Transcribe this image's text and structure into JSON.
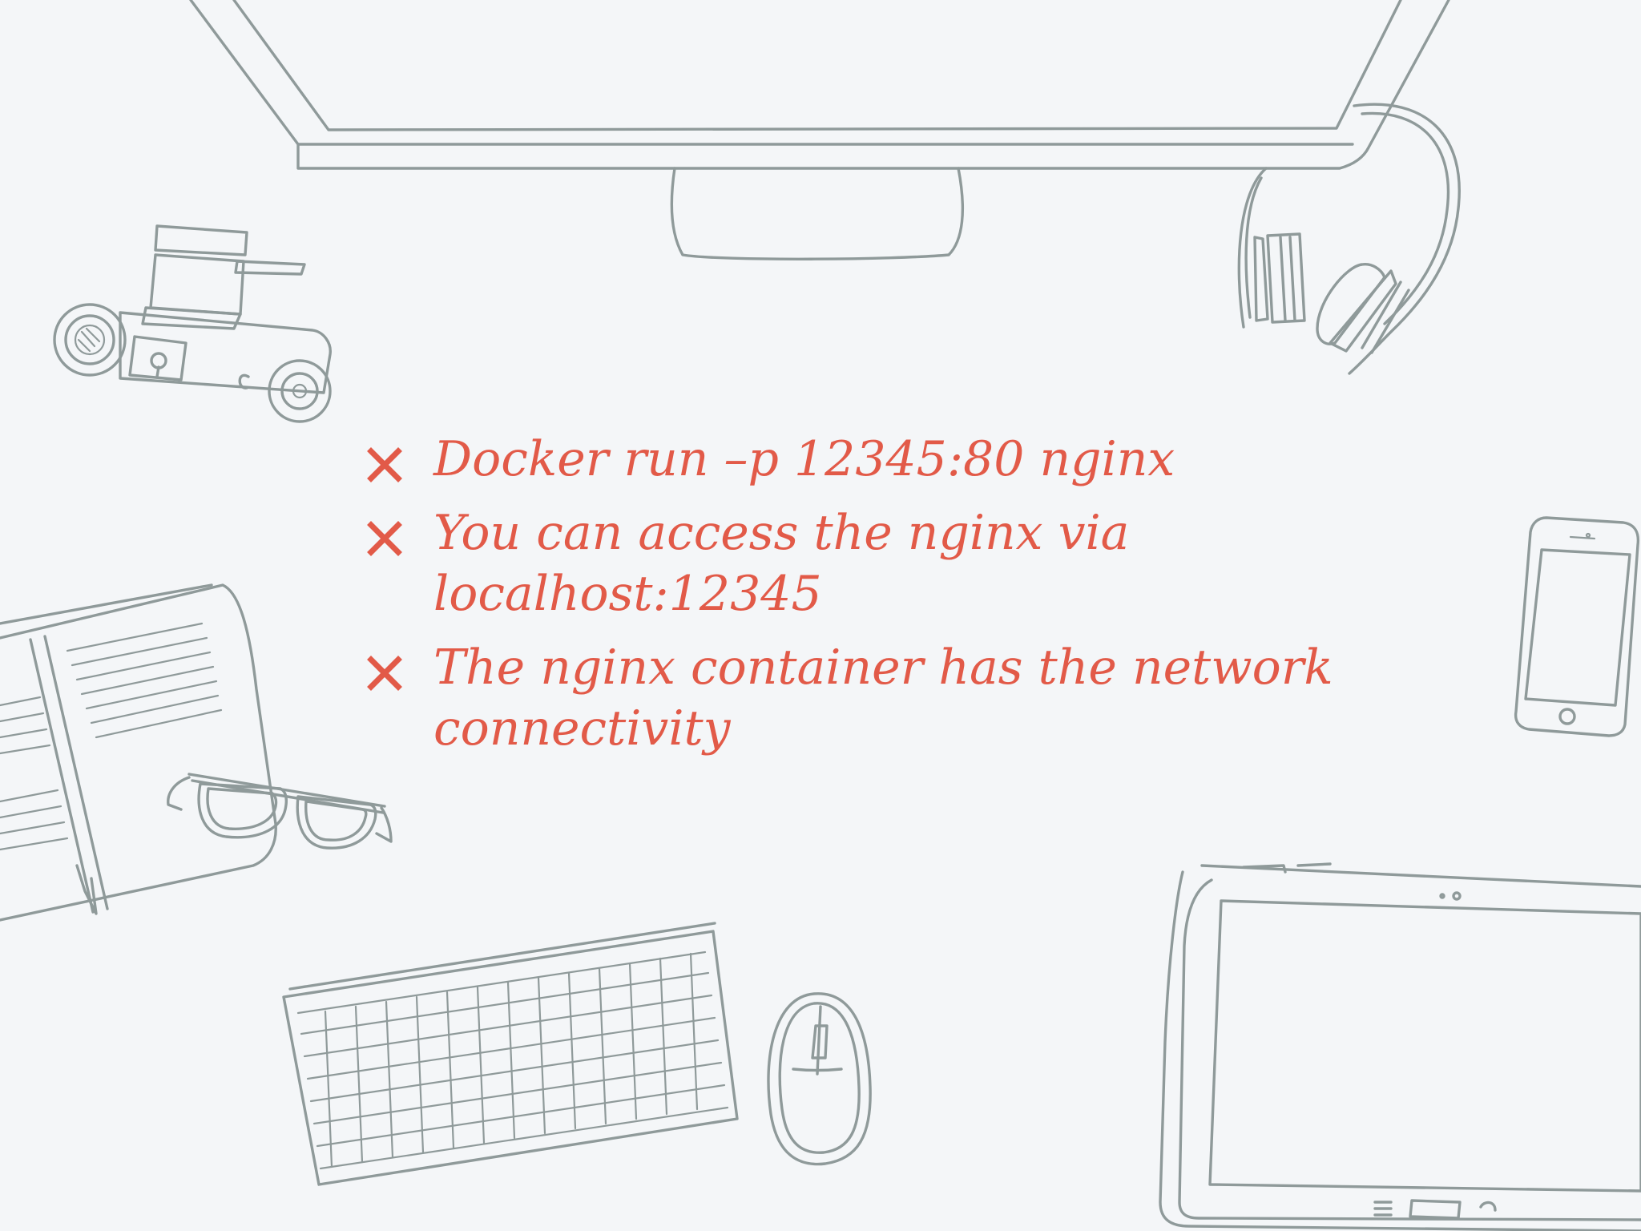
{
  "bullets": [
    {
      "text": "Docker run –p 12345:80 nginx"
    },
    {
      "text": "You can access the nginx via localhost:12345"
    },
    {
      "text": "The nginx container has the network connectivity"
    }
  ],
  "colors": {
    "background": "#f4f6f8",
    "accent": "#e25a48",
    "sketch": "#8f9a9a"
  },
  "icons": {
    "bullet": "cross-icon"
  }
}
